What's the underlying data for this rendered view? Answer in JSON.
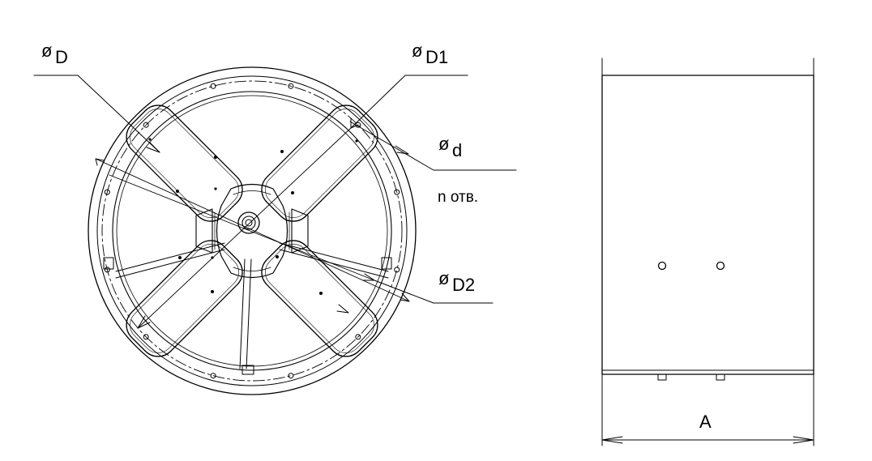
{
  "labels": {
    "outer_diameter": {
      "symbol": "ø",
      "letter": "D"
    },
    "diameter_d1": {
      "symbol": "ø",
      "letter": "D1"
    },
    "hole_diameter": {
      "symbol": "ø",
      "letter": "d"
    },
    "hole_count": "n отв.",
    "diameter_d2": {
      "symbol": "ø",
      "letter": "D2"
    },
    "length": "A"
  },
  "colors": {
    "line": "#000000",
    "background": "#ffffff",
    "blade_fill": "#ffffff"
  }
}
